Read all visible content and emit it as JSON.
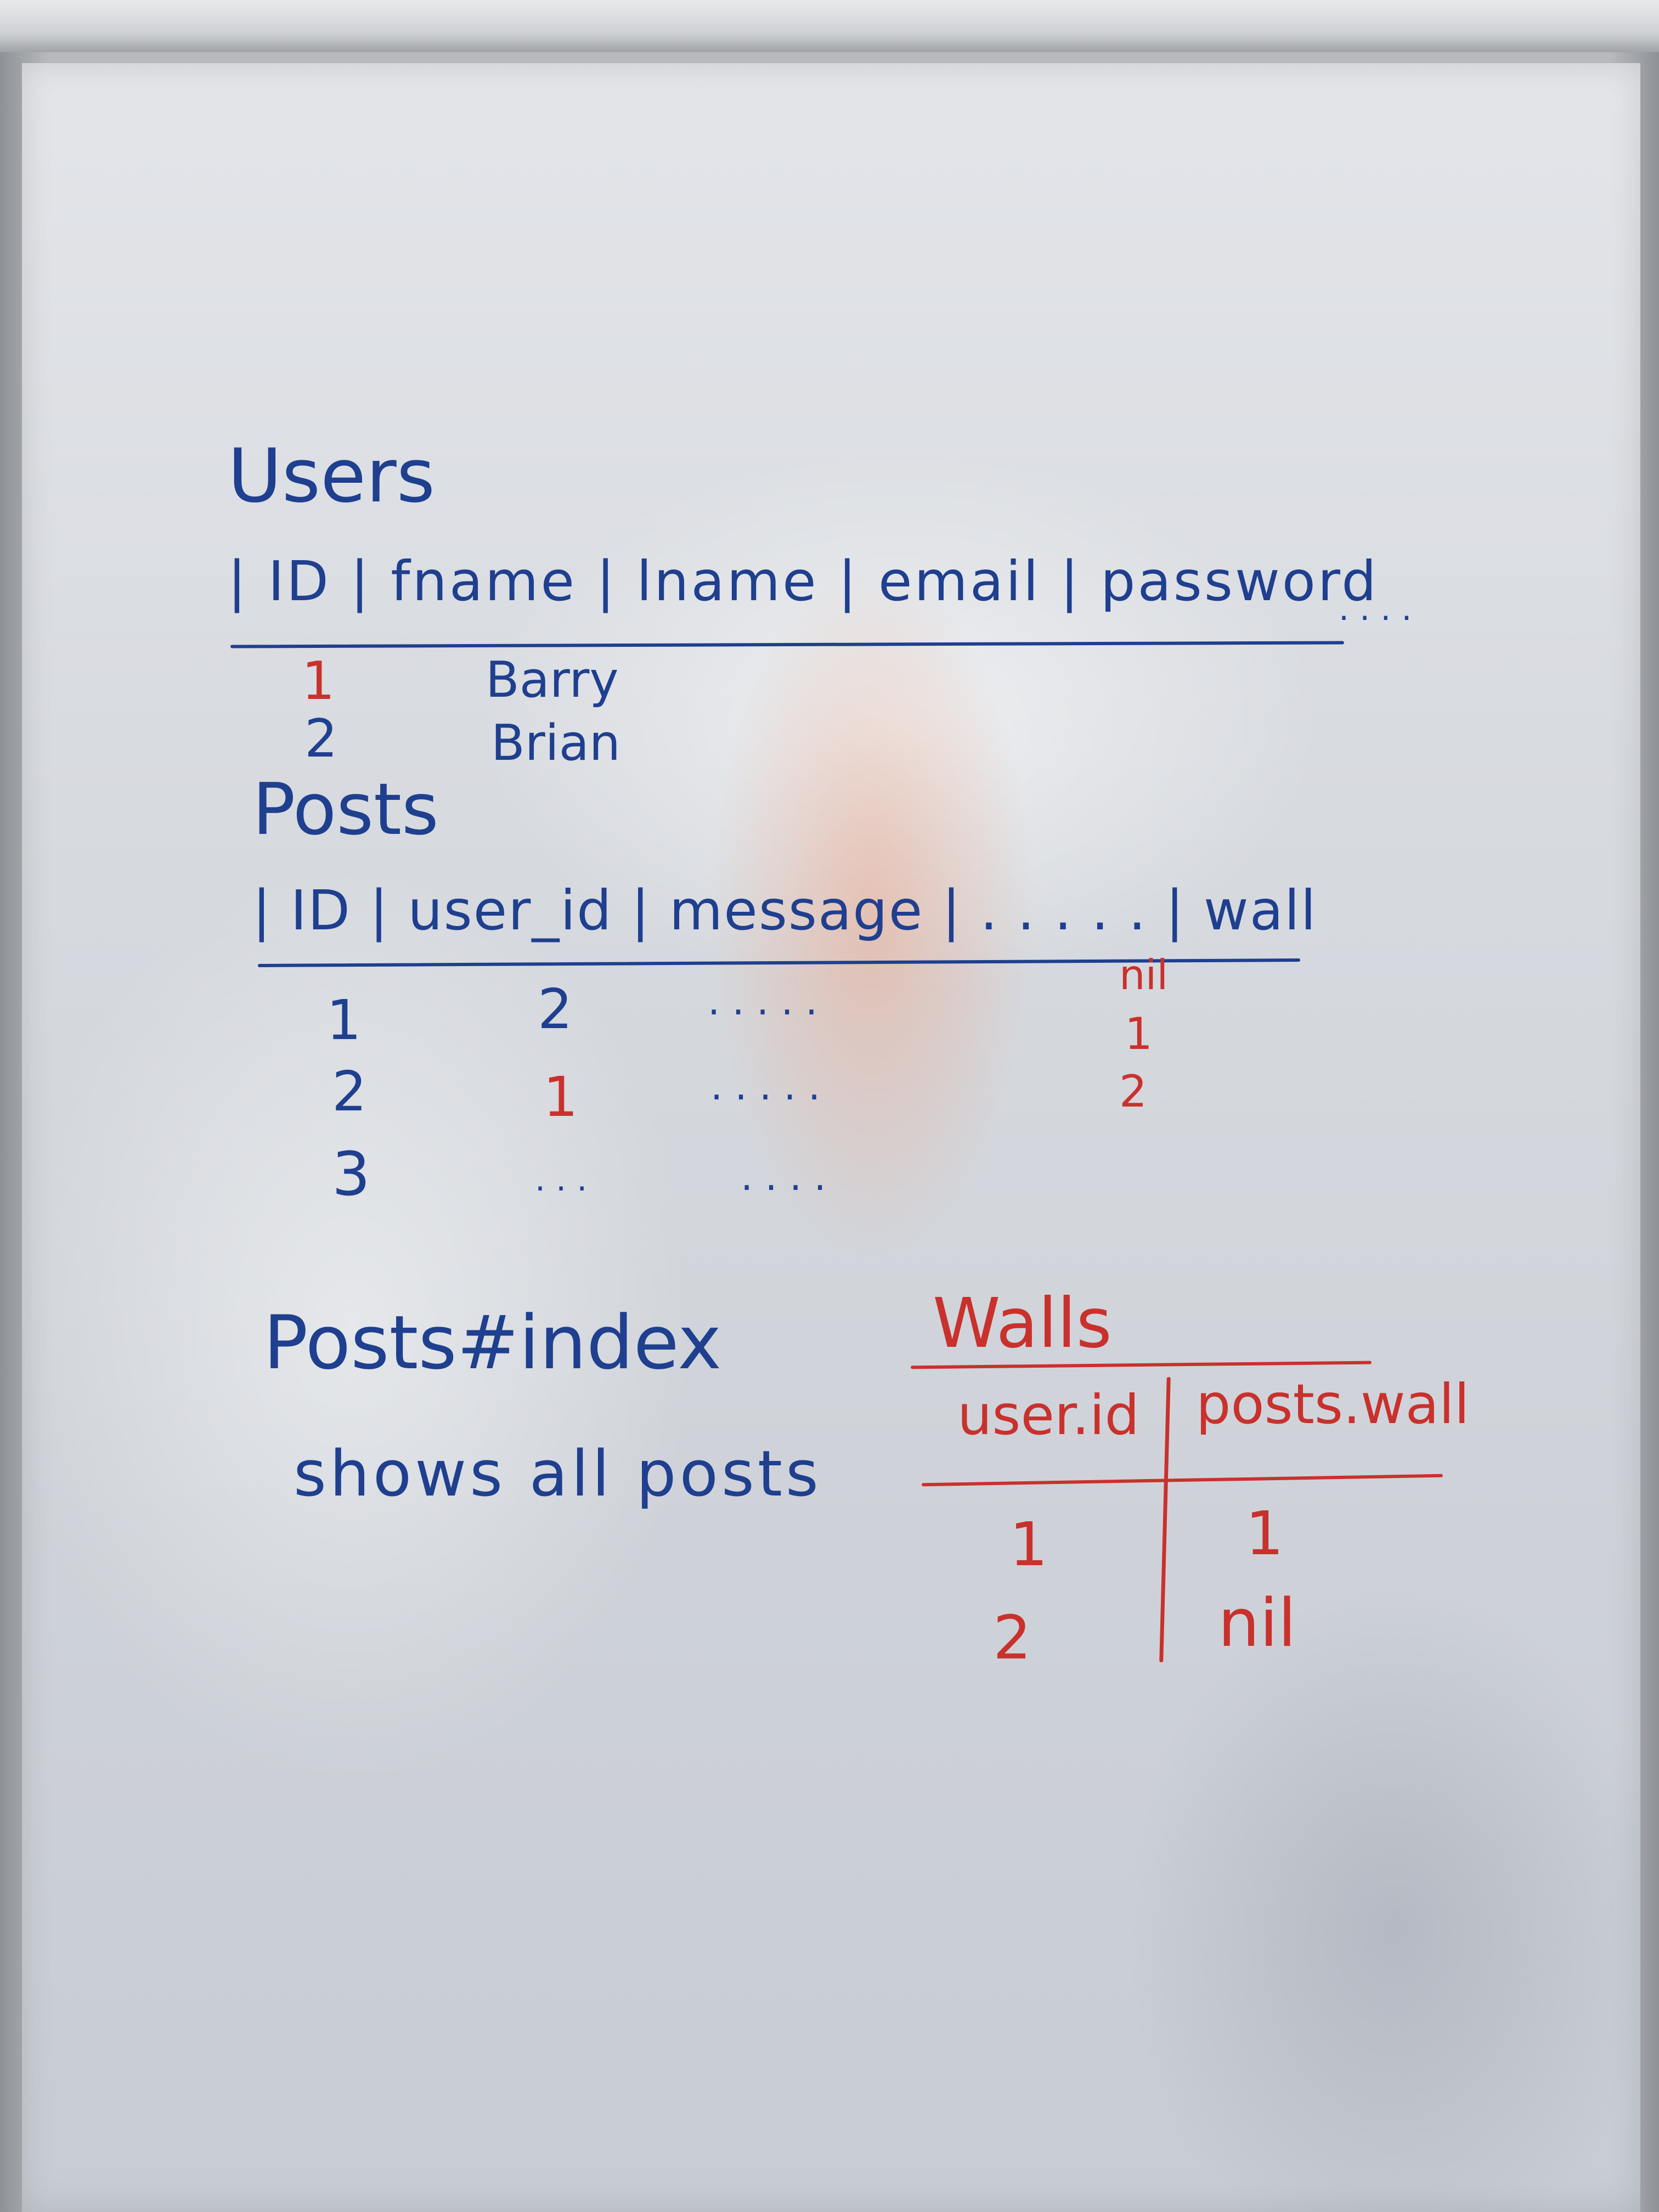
{
  "users_table": {
    "title": "Users",
    "header": "| ID  |  fname |  lname | email | password",
    "header_trailing": ". . . .",
    "rows": [
      {
        "id": "1",
        "fname": "Barry"
      },
      {
        "id": "2",
        "fname": "Brian"
      }
    ]
  },
  "posts_table": {
    "title": "Posts",
    "header": "| ID | user_id | message | . . . . . | wall",
    "rows": [
      {
        "id": "1",
        "user_id": "2",
        "message": ". . . . .",
        "wall": "nil"
      },
      {
        "id": "2",
        "user_id": "1",
        "message": ". . . . .",
        "wall": "1"
      },
      {
        "id": "3",
        "user_id": ". . .",
        "message": ". . . .",
        "wall": "2"
      }
    ]
  },
  "note": {
    "line1": "Posts#index",
    "line2": "shows all posts"
  },
  "walls_table": {
    "title": "Walls",
    "header_left": "user.id",
    "header_right": "posts.wall",
    "rows": [
      {
        "left": "1",
        "right": "1"
      },
      {
        "left": "2",
        "right": "nil"
      }
    ]
  },
  "ink_colors": {
    "blue": "#1f3f8f",
    "red": "#c9312c"
  }
}
